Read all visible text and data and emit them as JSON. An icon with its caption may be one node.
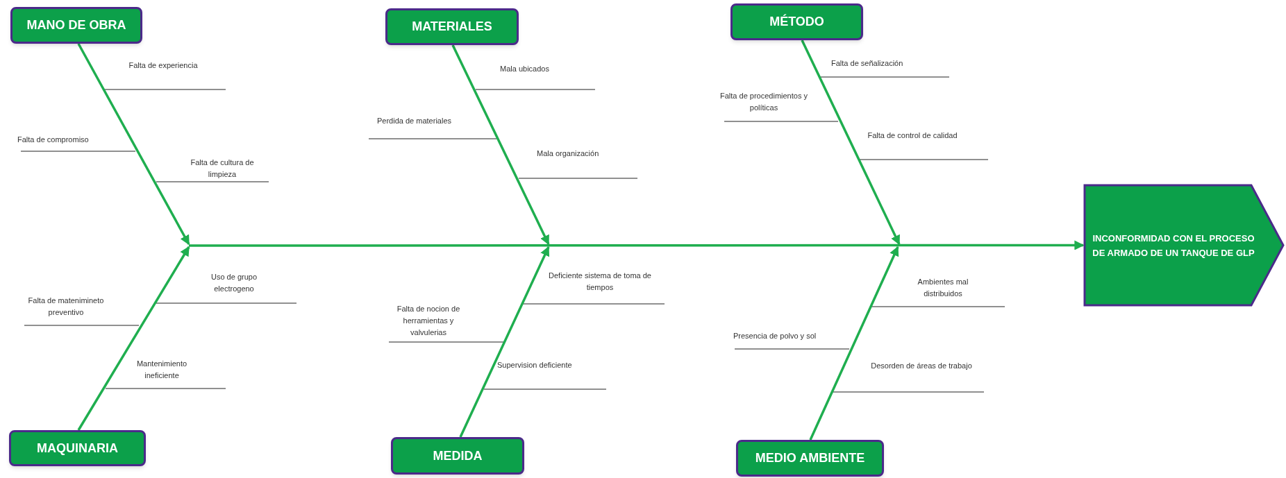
{
  "diagram": {
    "nodes": [
      {
        "text": [
          "MANO DE OBRA"
        ]
      },
      {
        "text": [
          "MATERIALES"
        ]
      },
      {
        "text": [
          "MÉTODO"
        ]
      },
      {
        "text": [
          "MAQUINARIA"
        ]
      },
      {
        "text": [
          "MEDIDA"
        ]
      },
      {
        "text": [
          "MEDIO AMBIENTE"
        ]
      },
      {
        "text": [
          "INCONFORMIDAD CON EL PROCESO DE ARMADO DE UN TANQUE DE GLP"
        ]
      }
    ],
    "edges": [
      {
        "from": 0,
        "to": null,
        "arrow": "to"
      },
      {
        "from": 1,
        "to": null,
        "arrow": "to"
      },
      {
        "from": 2,
        "to": null,
        "arrow": "to"
      },
      {
        "from": 3,
        "to": null,
        "arrow": "to"
      },
      {
        "from": 4,
        "to": null,
        "arrow": "to"
      },
      {
        "from": 5,
        "to": null,
        "arrow": "to"
      },
      {
        "from": null,
        "to": 6,
        "arrow": "to"
      }
    ],
    "labels": [
      "Falta de experiencia",
      "Falta de compromiso",
      "Falta de cultura de limpieza",
      "Mala ubicados",
      "Perdida de materiales",
      "Mala organización",
      "Falta de señalización",
      "Falta de procedimientos y políticas",
      "Falta de control de calidad",
      "Uso de grupo electrogeno",
      "Falta de matenimineto preventivo",
      "Mantenimiento ineficiente",
      "Deficiente sistema de toma de tiempos",
      "Falta de nocion de herramientas y valvulerias",
      "Supervision deficiente",
      "Ambientes mal distribuidos",
      "Presencia de polvo y sol",
      "Desorden de áreas de trabajo"
    ]
  }
}
